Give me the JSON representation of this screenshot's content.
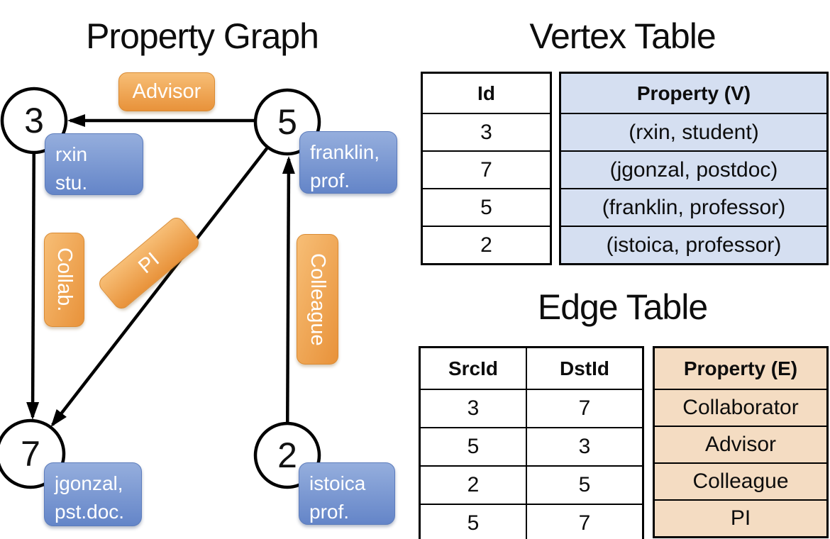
{
  "titles": {
    "graph": "Property Graph",
    "vertex": "Vertex Table",
    "edge": "Edge Table"
  },
  "graph": {
    "nodes": [
      {
        "id": "3",
        "property_lines": [
          "rxin",
          "stu."
        ]
      },
      {
        "id": "5",
        "property_lines": [
          "franklin,",
          "prof."
        ]
      },
      {
        "id": "7",
        "property_lines": [
          "jgonzal,",
          "pst.doc."
        ]
      },
      {
        "id": "2",
        "property_lines": [
          "istoica",
          "prof."
        ]
      }
    ],
    "edge_labels": {
      "advisor": "Advisor",
      "collab": "Collab.",
      "pi": "PI",
      "colleague": "Colleague"
    }
  },
  "vertex_table": {
    "headers": {
      "id": "Id",
      "property": "Property (V)"
    },
    "rows": [
      {
        "id": "3",
        "property": "(rxin, student)"
      },
      {
        "id": "7",
        "property": "(jgonzal, postdoc)"
      },
      {
        "id": "5",
        "property": "(franklin, professor)"
      },
      {
        "id": "2",
        "property": "(istoica, professor)"
      }
    ]
  },
  "edge_table": {
    "headers": {
      "src": "SrcId",
      "dst": "DstId",
      "property": "Property (E)"
    },
    "rows": [
      {
        "src": "3",
        "dst": "7",
        "property": "Collaborator"
      },
      {
        "src": "5",
        "dst": "3",
        "property": "Advisor"
      },
      {
        "src": "2",
        "dst": "5",
        "property": "Colleague"
      },
      {
        "src": "5",
        "dst": "7",
        "property": "PI"
      }
    ]
  },
  "colors": {
    "edge_label_orange": "#ED9A43",
    "vertex_label_blue": "#7D9AD3",
    "vertex_cell_blue": "#D5DFF1",
    "edge_cell_tan": "#F4DCC2",
    "line_black": "#000000"
  }
}
